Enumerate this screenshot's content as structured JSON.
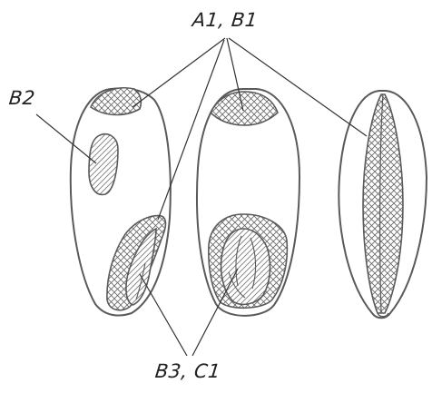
{
  "labels": {
    "a1_b1": "A1, B1",
    "b2": "B2",
    "b3_c1": "B3, C1"
  },
  "colors": {
    "outline": "#5a5a5a",
    "hatch": "#666666",
    "leader": "#333333"
  }
}
